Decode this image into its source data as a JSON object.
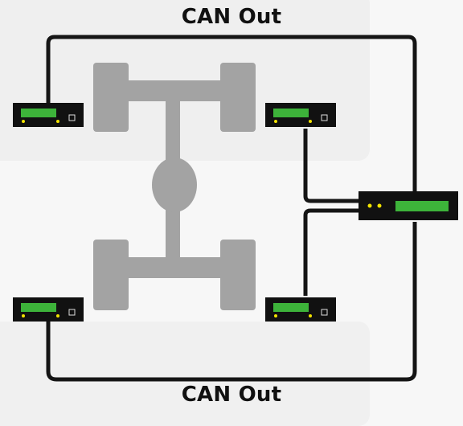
{
  "labels": {
    "can_out_top": "CAN Out",
    "can_out_bottom": "CAN Out"
  },
  "colors": {
    "background": "#f7f7f7",
    "chassis": "#a3a3a3",
    "bus_line": "#151515",
    "device_body": "#111111",
    "device_screen": "#3db33a",
    "led_yellow": "#f2e300",
    "label_text": "#111111"
  },
  "devices": [
    {
      "id": "front-left-logger",
      "icon": "logger-icon"
    },
    {
      "id": "front-right-logger",
      "icon": "logger-icon"
    },
    {
      "id": "rear-left-logger",
      "icon": "logger-icon"
    },
    {
      "id": "rear-right-logger",
      "icon": "logger-icon"
    },
    {
      "id": "central-hub",
      "icon": "hub-icon"
    }
  ]
}
